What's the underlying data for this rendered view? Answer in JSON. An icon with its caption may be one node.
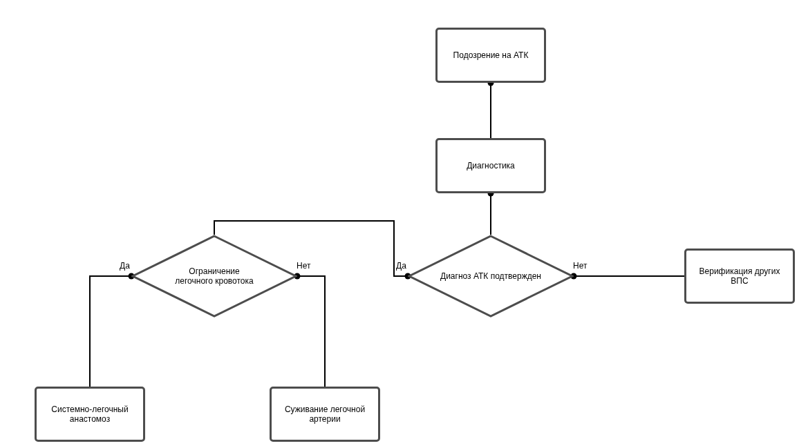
{
  "diagram": {
    "nodes": [
      {
        "text": [
          "Подозрение на АТК"
        ]
      },
      {
        "text": [
          "Диагностика"
        ]
      },
      {
        "text": [
          "Диагноз АТК подтвержден"
        ]
      },
      {
        "text": [
          "Верификация других ВПС"
        ]
      },
      {
        "text": [
          "Ограничение легочного кровотока"
        ]
      },
      {
        "text": [
          "Системно-легочный анастомоз"
        ]
      },
      {
        "text": [
          "Суживание легочной артерии"
        ]
      }
    ],
    "edges": [
      {
        "from": 0,
        "to": 1,
        "arrow": "other"
      },
      {
        "from": 1,
        "to": 2,
        "arrow": "other"
      },
      {
        "from": 2,
        "to": 4,
        "arrow": "other",
        "label": "Да"
      },
      {
        "from": 2,
        "to": 3,
        "arrow": "other",
        "label": "Нет"
      },
      {
        "from": 4,
        "to": 5,
        "arrow": "other",
        "label": "Да"
      },
      {
        "from": 4,
        "to": 6,
        "arrow": "other",
        "label": "Нет"
      }
    ]
  }
}
